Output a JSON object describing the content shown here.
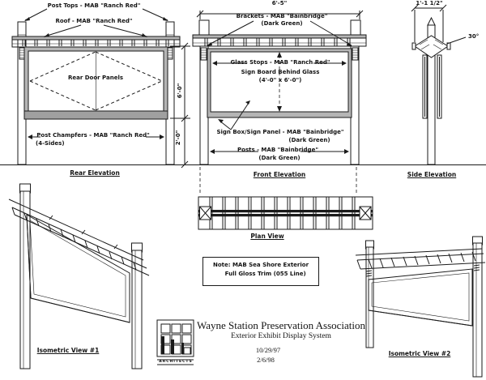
{
  "views": {
    "rear": {
      "label": "Rear Elevation",
      "post_tops_label": "Post Tops - MAB \"Ranch Red\"",
      "roof_label": "Roof - MAB \"Ranch Red\"",
      "door_panels_label": "Rear Door Panels",
      "champfers_label": "Post Champfers - MAB \"Ranch Red\"",
      "champfers_sub": "(4-Sides)",
      "dim_glass": "6'-0\"",
      "dim_base": "2'-0\""
    },
    "front": {
      "label": "Front Elevation",
      "dim_width": "6'-5\"",
      "brackets_label": "Brackets - MAB \"Bainbridge\"",
      "brackets_sub": "(Dark Green)",
      "glass_stops_label": "Glass Stops - MAB \"Ranch Red\"",
      "sign_board_label": "Sign Board Behind Glass",
      "sign_board_sub": "(4'-0\" x 6'-0\")",
      "sign_box_label": "Sign Box/Sign Panel - MAB \"Bainbridge\"",
      "sign_box_sub": "(Dark Green)",
      "posts_label": "Posts - MAB \"Bainbridge\"",
      "posts_sub": "(Dark Green)"
    },
    "side": {
      "label": "Side Elevation",
      "dim_width": "1'-1 1/2\"",
      "angle": "30°"
    },
    "plan": {
      "label": "Plan View"
    },
    "iso1": {
      "label": "Isometric View #1"
    },
    "iso2": {
      "label": "Isometric View #2"
    }
  },
  "note": {
    "line1": "Note: MAB Sea Shore Exterior",
    "line2": "Full Gloss Trim (055 Line)"
  },
  "title_block": {
    "organization": "Wayne Station Preservation Association",
    "project": "Exterior Exhibit Display System",
    "date_primary": "10/29/97",
    "date_revision": "2/6/98",
    "logo_caption": "ARCHITECTS"
  }
}
